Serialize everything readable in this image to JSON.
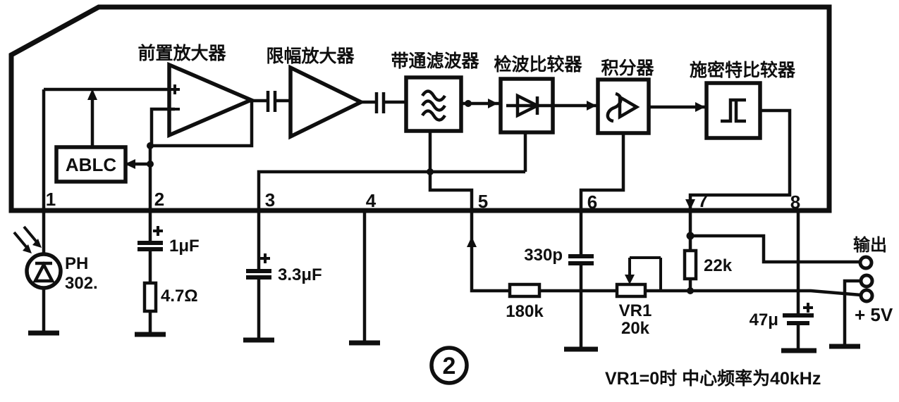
{
  "schematic": {
    "ic_blocks": {
      "preamp": "前置放大器",
      "limiter": "限幅放大器",
      "bandpass": "带通滤波器",
      "detector": "检波比较器",
      "integrator": "积分器",
      "schmitt": "施密特比较器",
      "ablc": "ABLC"
    },
    "pins": [
      "1",
      "2",
      "3",
      "4",
      "5",
      "6",
      "7",
      "8"
    ],
    "components": {
      "photodiode_name": "PH",
      "photodiode_model": "302.",
      "c1_value": "1μF",
      "r1_value": "4.7Ω",
      "c2_value": "3.3μF",
      "c3_value": "330p",
      "r2_value": "180k",
      "vr1_name": "VR1",
      "vr1_value": "20k",
      "r3_value": "22k",
      "c4_value": "47μ"
    },
    "terminals": {
      "output_label": "输出",
      "supply_label": "+ 5V"
    },
    "caption": "VR1=0时 中心频率为40kHz",
    "figure_number": "2",
    "colors": {
      "ink": "#0f0f0f",
      "paper": "#ffffff"
    }
  }
}
